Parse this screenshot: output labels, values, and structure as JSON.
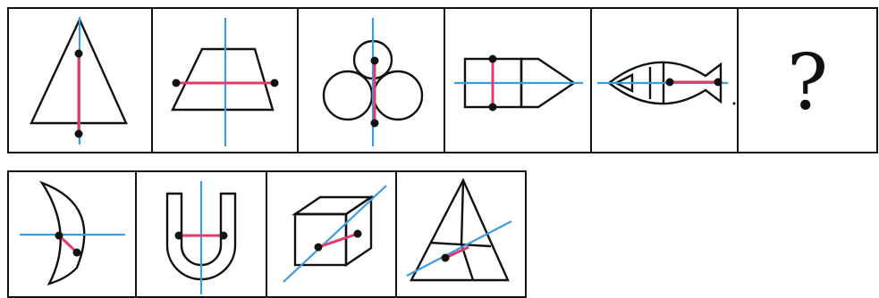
{
  "puzzle": {
    "question_mark": "?",
    "colors": {
      "axis_line": "#3d9be0",
      "segment": "#e03c6a",
      "outline": "#111111"
    },
    "top_row": [
      {
        "name": "triangle",
        "icon": "triangle-icon"
      },
      {
        "name": "trapezoid",
        "icon": "trapezoid-icon"
      },
      {
        "name": "three-circles",
        "icon": "three-circles-icon"
      },
      {
        "name": "pencil",
        "icon": "pencil-icon"
      },
      {
        "name": "fish",
        "icon": "fish-icon"
      },
      {
        "name": "question",
        "icon": "question-mark"
      }
    ],
    "options": [
      {
        "name": "crescent",
        "icon": "crescent-icon"
      },
      {
        "name": "u-shape",
        "icon": "u-shape-icon"
      },
      {
        "name": "cube",
        "icon": "cube-icon"
      },
      {
        "name": "subdivided-triangle",
        "icon": "subdivided-triangle-icon"
      }
    ]
  }
}
